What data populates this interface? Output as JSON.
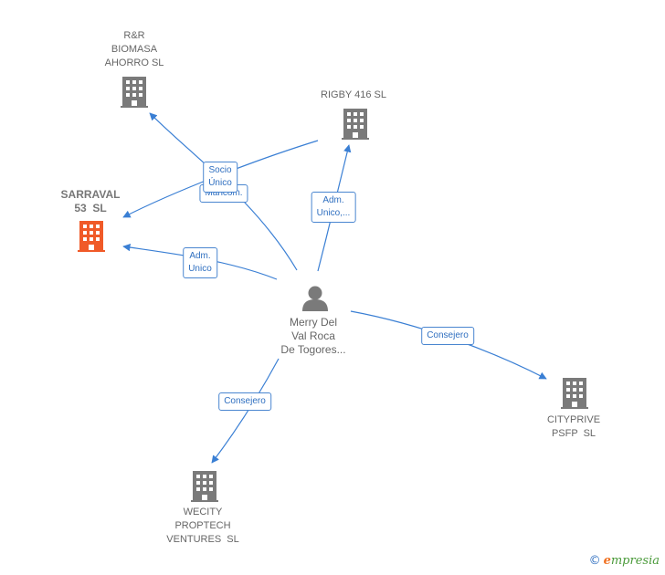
{
  "colors": {
    "edge": "#3a7fd4",
    "building": "#7a7a7a",
    "building_highlight": "#f05a28",
    "person": "#7a7a7a"
  },
  "nodes": {
    "rr_biomasa": {
      "label": [
        "R&R",
        "BIOMASA",
        "AHORRO SL"
      ],
      "icon": "building-icon"
    },
    "rigby": {
      "label": [
        "RIGBY 416 SL"
      ],
      "icon": "building-icon"
    },
    "sarraval": {
      "label": [
        "SARRAVAL",
        "53  SL"
      ],
      "icon": "building-icon-highlight"
    },
    "merry": {
      "label": [
        "Merry Del",
        "Val Roca",
        "De Togores..."
      ],
      "icon": "person-icon"
    },
    "cityprive": {
      "label": [
        "CITYPRIVE",
        "PSFP  SL"
      ],
      "icon": "building-icon"
    },
    "wecity": {
      "label": [
        "WECITY",
        "PROPTECH",
        "VENTURES  SL"
      ],
      "icon": "building-icon"
    }
  },
  "edges": {
    "socio_unico": [
      "Socio",
      "Único"
    ],
    "mancom": [
      "Mancom."
    ],
    "adm_unico_rigby": [
      "Adm.",
      "Unico,..."
    ],
    "adm_unico_sarraval": [
      "Adm.",
      "Unico"
    ],
    "consejero_cityprive": [
      "Consejero"
    ],
    "consejero_wecity": [
      "Consejero"
    ]
  },
  "watermark": {
    "copyright": "©",
    "brand_initial": "e",
    "brand_rest": "mpresia"
  }
}
